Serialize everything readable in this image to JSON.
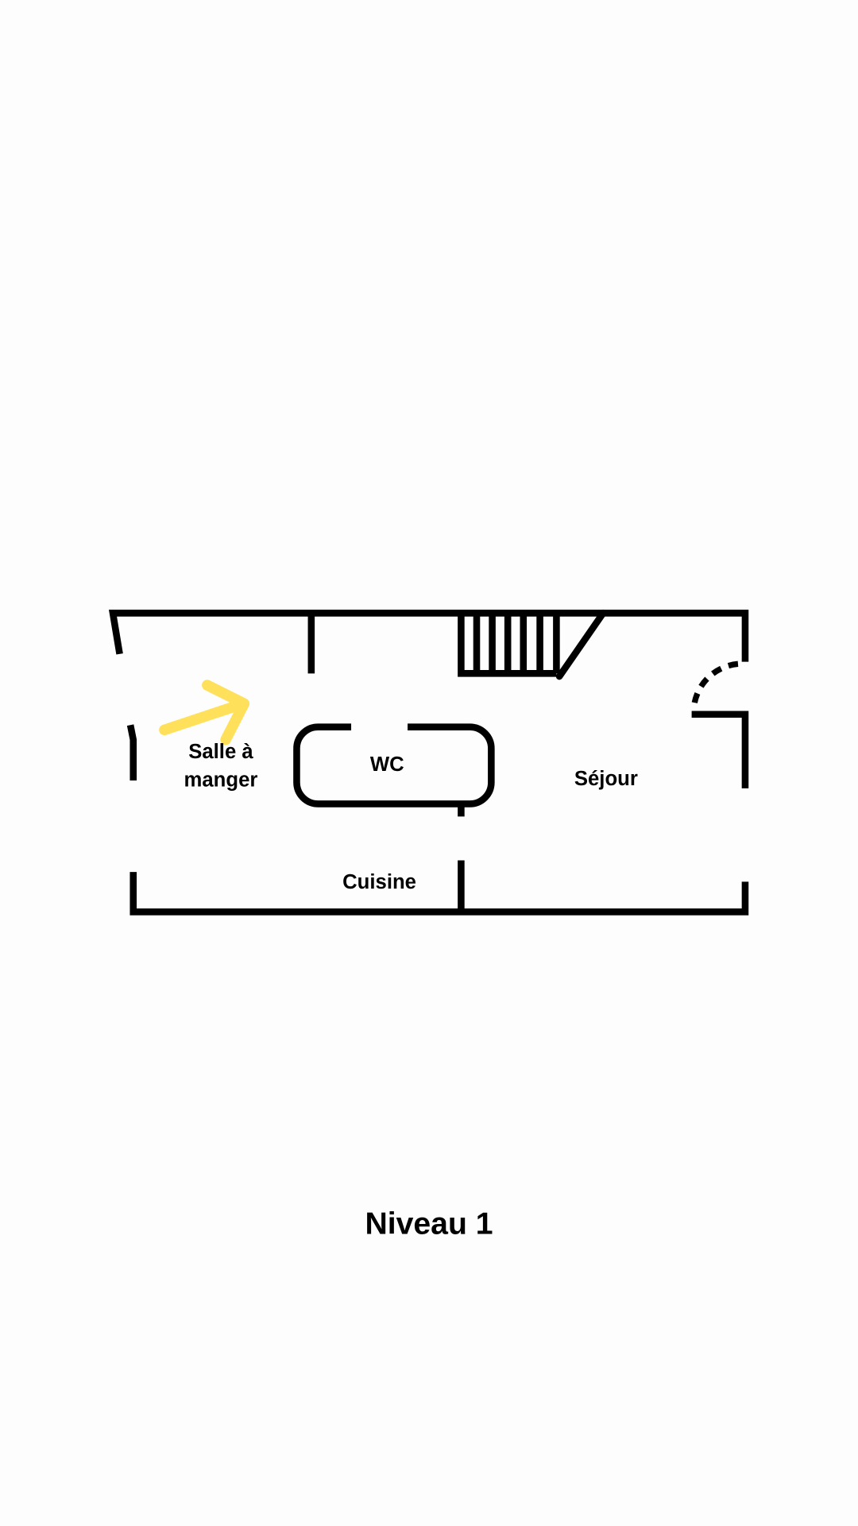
{
  "rooms": {
    "dining_line1": "Salle à",
    "dining_line2": "manger",
    "wc": "WC",
    "living": "Séjour",
    "kitchen": "Cuisine"
  },
  "level_title": "Niveau 1",
  "colors": {
    "walls": "#000000",
    "arrow": "#FFE05A",
    "background": "#FDFDFD"
  }
}
